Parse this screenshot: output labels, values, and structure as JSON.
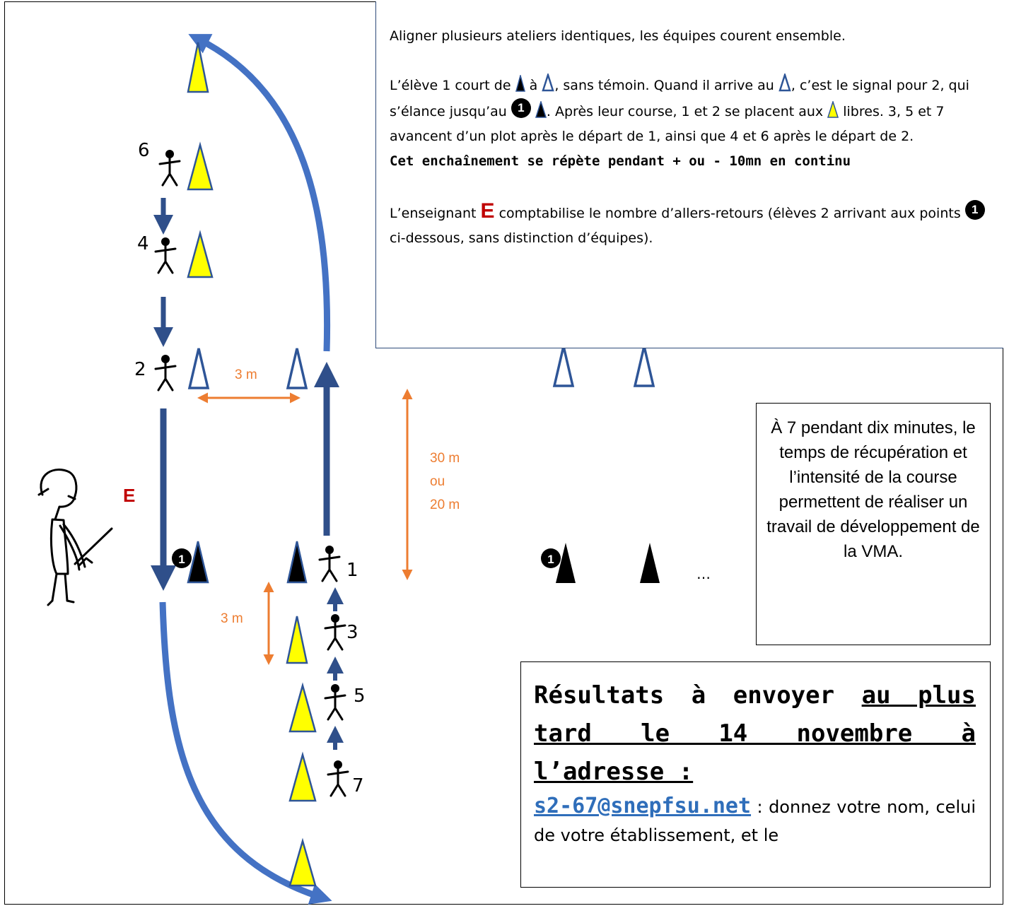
{
  "instructions": {
    "line1": "Aligner plusieurs ateliers identiques, les équipes courent ensemble.",
    "p2_a": "L’élève 1 court de ",
    "p2_b": " à ",
    "p2_c": ", sans témoin. Quand il arrive au ",
    "p2_d": ", c’est le signal pour 2, qui s’élance jusqu’au ",
    "p2_e": ". Après leur course, 1 et 2 se placent aux ",
    "p2_f": " libres. 3, 5 et 7 avancent d’un plot après le départ de 1, ainsi que 4 et 6 après le départ de 2.",
    "bold_line": "Cet enchaînement se répète pendant + ou - 10mn en continu",
    "p4_a": "L’enseignant ",
    "p4_E": "E",
    "p4_b": " comptabilise le nombre d’allers-retours (élèves 2 arrivant aux points ",
    "p4_c": " ci-dessous, sans distinction d’équipes).",
    "point_marker": "1"
  },
  "side_note": "À 7 pendant dix minutes, le temps de récupération et l’intensité de la course permettent de réaliser un travail de développement de la VMA.",
  "results": {
    "text_a": "Résultats à envoyer ",
    "text_underlined": "au plus tard le 14 novembre à l’adresse :",
    "email": "s2-67@snepfsu.net",
    "text_b": " : donnez votre nom, celui de votre établissement, et le"
  },
  "diagram": {
    "runner_numbers": [
      "6",
      "4",
      "2",
      "1",
      "3",
      "5",
      "7"
    ],
    "teacher_label": "E",
    "point_marker": "1",
    "distance_width": "3 m",
    "distance_length": [
      "30 m",
      "ou",
      "20 m"
    ],
    "distance_spacing": "3 m",
    "ellipsis": "…"
  },
  "colors": {
    "dark_arrow": "#2F4F8A",
    "light_arrow": "#4472C4",
    "cone_yellow": "#FFFF00",
    "cone_outline_blue": "#2E5597",
    "orange": "#ED7D31",
    "teacher_red": "#C00000",
    "email_blue": "#2F6EBA"
  }
}
